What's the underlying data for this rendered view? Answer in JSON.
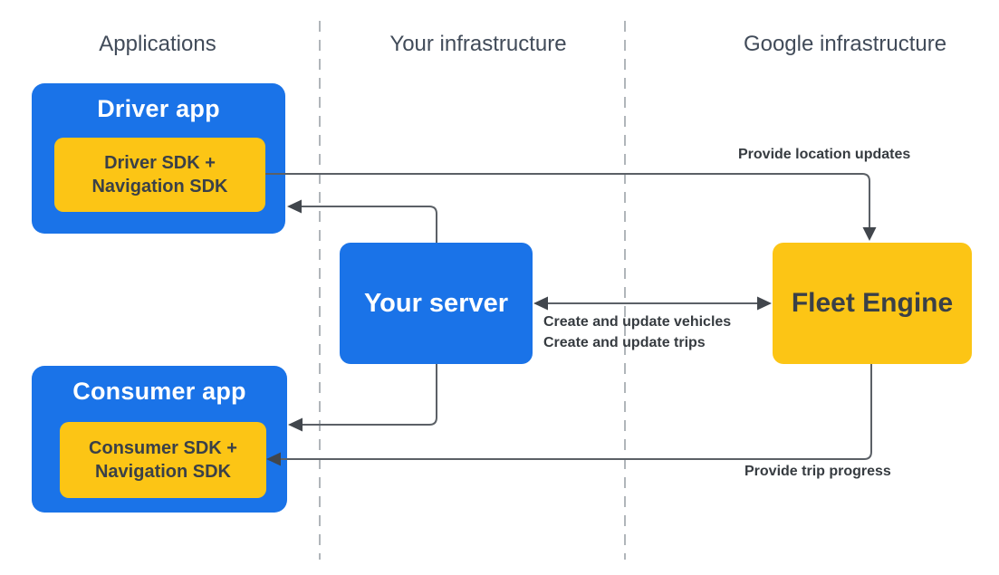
{
  "headers": {
    "applications": "Applications",
    "your_infrastructure": "Your infrastructure",
    "google_infrastructure": "Google infrastructure"
  },
  "nodes": {
    "driver_app": {
      "title": "Driver app",
      "sdk": {
        "line1": "Driver SDK +",
        "line2": "Navigation SDK"
      }
    },
    "consumer_app": {
      "title": "Consumer app",
      "sdk": {
        "line1": "Consumer SDK +",
        "line2": "Navigation SDK"
      }
    },
    "your_server": {
      "title": "Your server"
    },
    "fleet_engine": {
      "title": "Fleet Engine"
    }
  },
  "edge_labels": {
    "provide_location_updates": "Provide location updates",
    "create_and_update_vehicles": "Create and update vehicles",
    "create_and_update_trips": "Create and update trips",
    "provide_trip_progress": "Provide trip progress"
  },
  "colors": {
    "blue": "#1A73E8",
    "yellow": "#FCC515",
    "connector": "#5B6066",
    "arrowhead": "#41464C",
    "divider": "#9DA3A9",
    "header_text": "#414B59",
    "label_text": "#363B40",
    "dark_text": "#3A4048",
    "white_text": "#FFFFFF",
    "bg": "#FFFFFF"
  }
}
